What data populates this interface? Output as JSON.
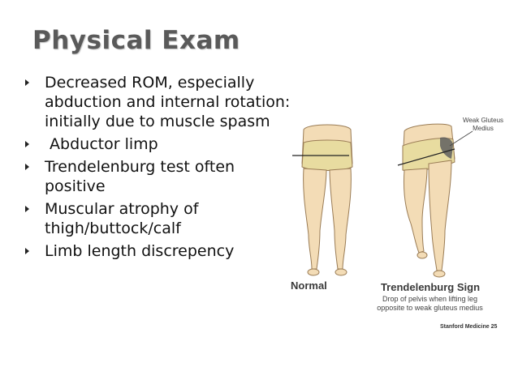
{
  "slide": {
    "title": "Physical Exam",
    "bullets": [
      "Decreased ROM, especially abduction and internal rotation: initially due to muscle spasm",
      " Abductor limp",
      "Trendelenburg test often positive",
      "Muscular atrophy of thigh/buttock/calf",
      "Limb length discrepency"
    ]
  },
  "figure": {
    "normal_label": "Normal",
    "trendelenburg_label": "Trendelenburg Sign",
    "trendelenburg_caption": "Drop of pelvis when lifting leg opposite to weak gluteus medius",
    "weak_muscle_label": "Weak Gluteus Medius",
    "credit": "Stanford Medicine 25",
    "colors": {
      "skin": "#f3dcb6",
      "skin_outline": "#9a7c55",
      "buttock_tint": "#e8dca0",
      "weak_muscle": "#5f5f5f"
    }
  }
}
